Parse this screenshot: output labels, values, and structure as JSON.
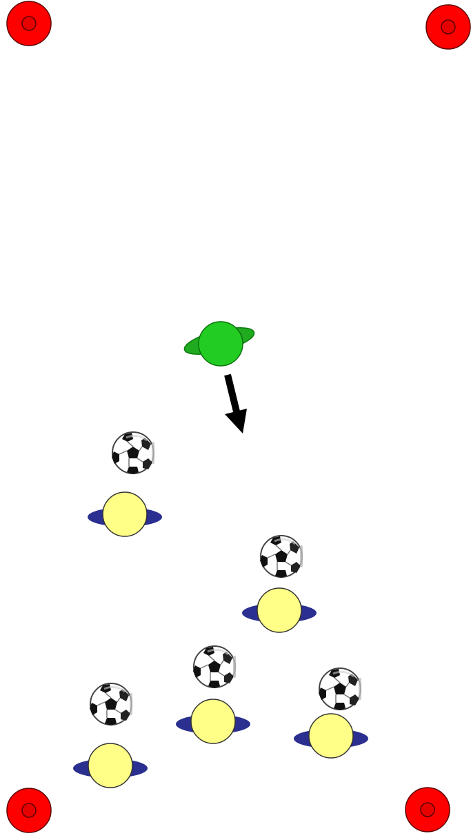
{
  "diagram": {
    "background_color": "#ffffff",
    "colors": {
      "cone": "#ff0000",
      "cone_outline": "#5a0000",
      "defender_body": "#22cc22",
      "defender_arms": "#1faa1f",
      "attacker_head": "#ffff88",
      "attacker_arms": "#2b2f8f",
      "arrow": "#000000",
      "ball_white": "#ffffff",
      "ball_black": "#111111"
    },
    "legend": [
      {
        "kind": "cone",
        "icon": "cone-icon",
        "count": 4
      },
      {
        "kind": "defender",
        "icon": "green-player-icon",
        "count": 1
      },
      {
        "kind": "attacker",
        "icon": "yellow-player-icon",
        "count": 5
      },
      {
        "kind": "ball",
        "icon": "soccer-ball-icon",
        "count": 5
      },
      {
        "kind": "movement",
        "icon": "arrow-icon",
        "count": 1
      }
    ]
  }
}
